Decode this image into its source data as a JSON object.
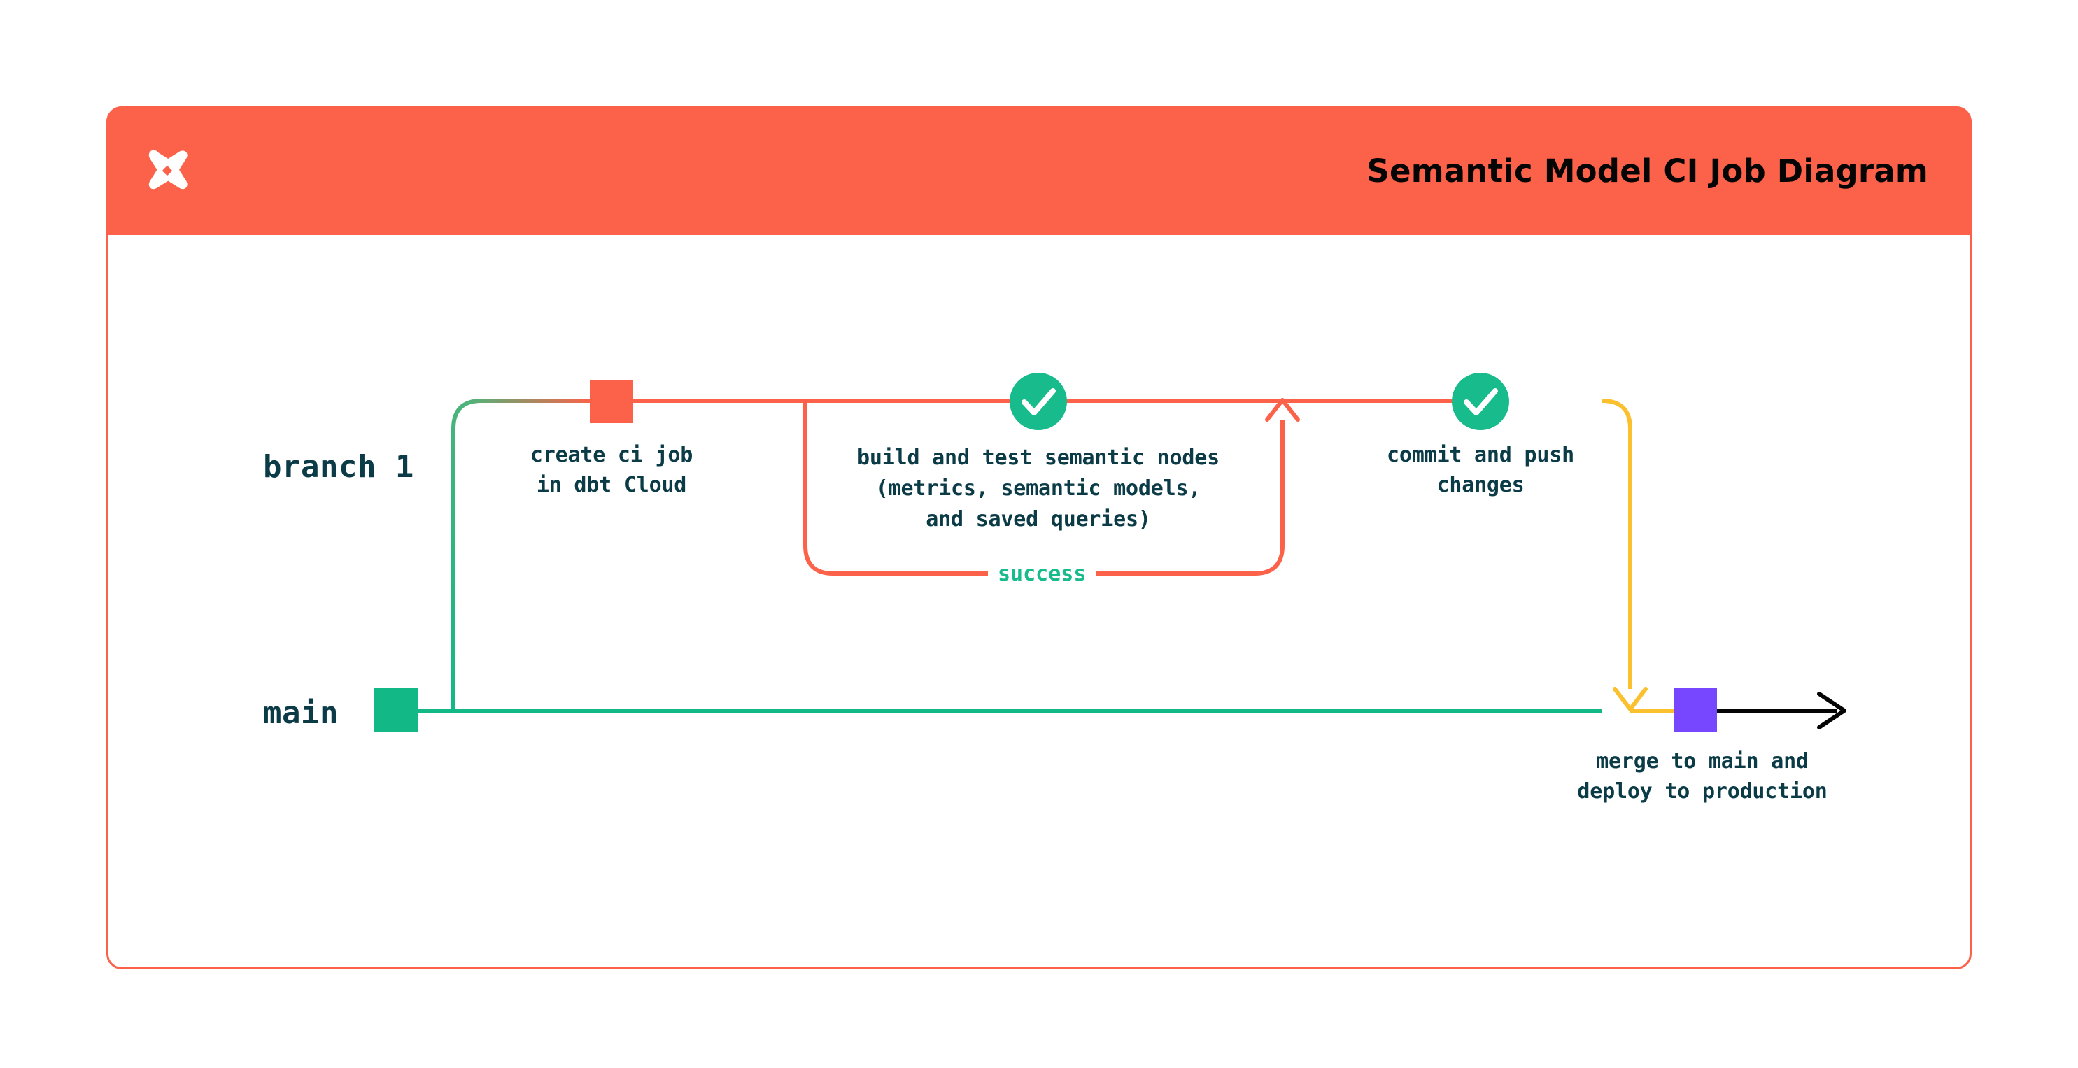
{
  "card": {
    "title": "Semantic Model CI Job Diagram",
    "logo_icon": "dbt-logo-icon",
    "header_color": "#FC6249",
    "border_color": "#FC6249"
  },
  "colors": {
    "orange": "#FC6249",
    "green": "#12B886",
    "teal_green": "#0FB985",
    "check_green": "#18BC8C",
    "yellow": "#FBC02D",
    "purple": "#7747FF",
    "black": "#050505",
    "text_dark": "#0B3B46"
  },
  "branches": [
    {
      "name": "branch 1",
      "row": "top"
    },
    {
      "name": "main",
      "row": "bottom"
    }
  ],
  "nodes": [
    {
      "id": "main-start",
      "shape": "square",
      "color": "#12B886",
      "branch": "main",
      "label": ""
    },
    {
      "id": "create-ci-job",
      "shape": "square",
      "color": "#FC6249",
      "branch": "branch 1",
      "label_lines": [
        "create ci job",
        "in dbt Cloud"
      ]
    },
    {
      "id": "build-and-test",
      "shape": "check-circle",
      "color": "#18BC8C",
      "branch": "branch 1",
      "icon": "check-icon",
      "label_lines": [
        "build and test semantic nodes",
        "(metrics, semantic models,",
        "and saved queries)"
      ]
    },
    {
      "id": "commit-and-push",
      "shape": "check-circle",
      "color": "#18BC8C",
      "branch": "branch 1",
      "icon": "check-icon",
      "label_lines": [
        "commit and push",
        "changes"
      ]
    },
    {
      "id": "merge-to-main",
      "shape": "square",
      "color": "#7747FF",
      "branch": "main",
      "label_lines": [
        "merge to main and",
        "deploy to production"
      ]
    }
  ],
  "edges": [
    {
      "id": "success-loop",
      "label": "success",
      "color": "#FC6249",
      "label_color": "#18BC8C",
      "direction": "loop-back-up"
    },
    {
      "id": "merge-edge",
      "label": "",
      "color": "#FBC02D",
      "direction": "down-into-main"
    },
    {
      "id": "main-continues",
      "label": "",
      "color": "#050505",
      "direction": "right-arrow"
    }
  ],
  "labels": {
    "branch_1": "branch 1",
    "main": "main",
    "create_ci_job_l1": "create ci job",
    "create_ci_job_l2": "in dbt Cloud",
    "build_test_l1": "build and test semantic nodes",
    "build_test_l2": "(metrics, semantic models,",
    "build_test_l3": "and saved queries)",
    "commit_push_l1": "commit and push",
    "commit_push_l2": "changes",
    "merge_main_l1": "merge to main and",
    "merge_main_l2": "deploy to production",
    "success": "success"
  }
}
